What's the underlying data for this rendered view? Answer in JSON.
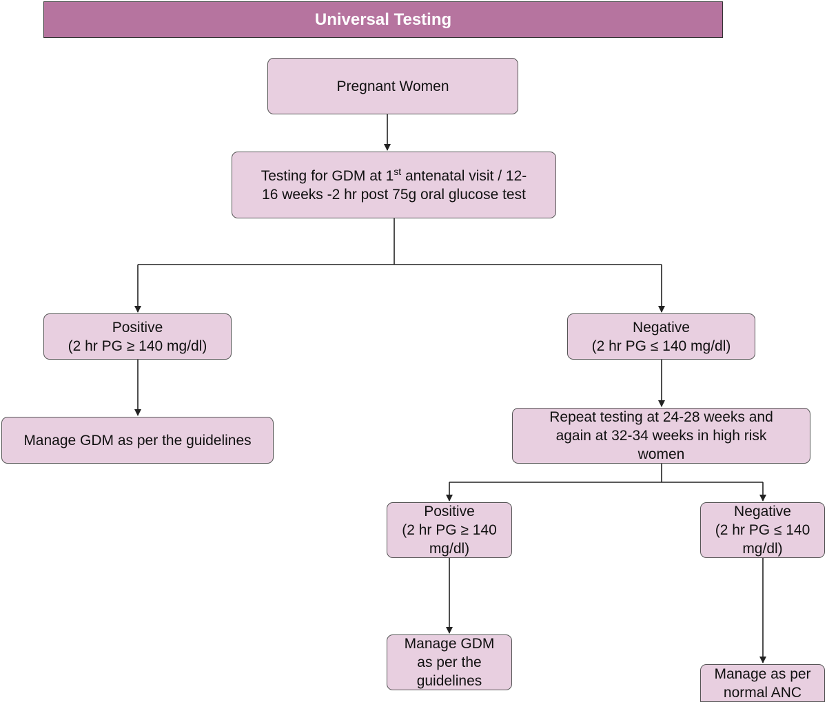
{
  "banner": {
    "title": "Universal Testing"
  },
  "nodes": {
    "pregnant_women": "Pregnant Women",
    "testing": {
      "line1_pre": "Testing for GDM at 1",
      "line1_sup": "st",
      "line1_post": " antenatal visit / 12-",
      "line2": "16 weeks -2 hr post 75g oral glucose test"
    },
    "positive_1": {
      "line1": "Positive",
      "line2": "(2 hr PG ≥ 140 mg/dl)"
    },
    "negative_1": {
      "line1": "Negative",
      "line2": "(2 hr PG ≤  140 mg/dl)"
    },
    "manage_gdm_1": "Manage GDM as per the guidelines",
    "repeat_testing": {
      "line1": "Repeat testing at 24-28 weeks and",
      "line2": "again at 32-34 weeks in high risk",
      "line3": "women"
    },
    "positive_2": {
      "line1": "Positive",
      "line2": "(2 hr PG ≥ 140",
      "line3": "mg/dl)"
    },
    "negative_2": {
      "line1": "Negative",
      "line2": "(2 hr PG ≤  140",
      "line3": "mg/dl)"
    },
    "manage_gdm_2": {
      "line1": "Manage GDM",
      "line2": "as per the",
      "line3": "guidelines"
    },
    "manage_anc": {
      "line1": "Manage as per",
      "line2": "normal ANC"
    }
  },
  "colors": {
    "banner_fill": "#b6749f",
    "node_fill": "#e8cfe0",
    "connector": "#222222"
  }
}
